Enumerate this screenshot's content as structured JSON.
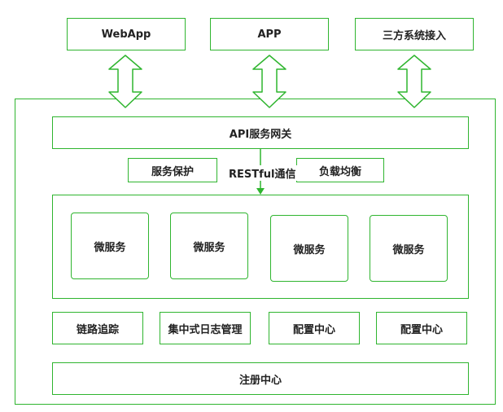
{
  "clients": [
    {
      "label": "WebApp"
    },
    {
      "label": "APP"
    },
    {
      "label": "三方系统接入"
    }
  ],
  "gateway": {
    "label": "API服务网关"
  },
  "protection": {
    "label": "服务保护"
  },
  "comm": {
    "label": "RESTful通信"
  },
  "balance": {
    "label": "负载均衡"
  },
  "microservices": [
    {
      "label": "微服务"
    },
    {
      "label": "微服务"
    },
    {
      "label": "微服务"
    },
    {
      "label": "微服务"
    }
  ],
  "infra": [
    {
      "label": "链路追踪"
    },
    {
      "label": "集中式日志管理"
    },
    {
      "label": "配置中心"
    },
    {
      "label": "配置中心"
    }
  ],
  "registry": {
    "label": "注册中心"
  },
  "colors": {
    "accent": "#2fb52f"
  }
}
